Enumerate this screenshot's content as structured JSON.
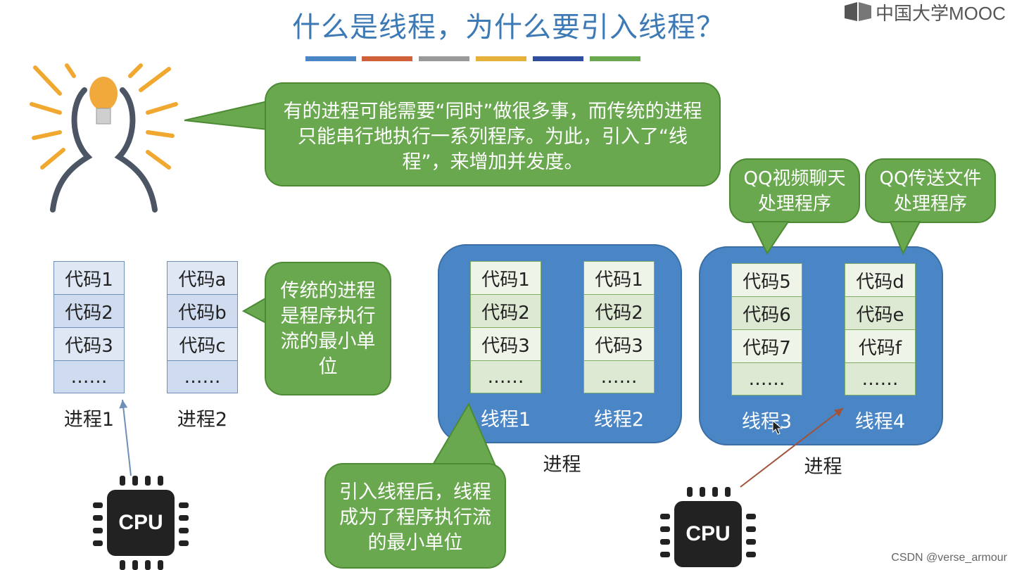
{
  "header": {
    "title": "什么是线程，为什么要引入线程？",
    "color_bars": [
      "#4a86c5",
      "#d0603a",
      "#999999",
      "#e6b13a",
      "#2f4f9e",
      "#6aa84f"
    ]
  },
  "logo": {
    "text": "中国大学MOOC"
  },
  "bubbles": {
    "top": "有的进程可能需要“同时”做很多事，而传统的进程只能串行地执行一系列程序。为此，引入了“线程”，来增加并发度。",
    "traditional": "传统的进程是程序执行流的最小单位",
    "thread_intro": "引入线程后，线程成为了程序执行流的最小单位",
    "qq_video": "QQ视频聊天处理程序",
    "qq_file": "QQ传送文件处理程序"
  },
  "processes_left": [
    {
      "label": "进程1",
      "cells": [
        "代码1",
        "代码2",
        "代码3",
        "……"
      ]
    },
    {
      "label": "进程2",
      "cells": [
        "代码a",
        "代码b",
        "代码c",
        "……"
      ]
    }
  ],
  "process_groups": [
    {
      "label": "进程",
      "threads": [
        {
          "label": "线程1",
          "cells": [
            "代码1",
            "代码2",
            "代码3",
            "……"
          ]
        },
        {
          "label": "线程2",
          "cells": [
            "代码1",
            "代码2",
            "代码3",
            "……"
          ]
        }
      ]
    },
    {
      "label": "进程",
      "threads": [
        {
          "label": "线程3",
          "cells": [
            "代码5",
            "代码6",
            "代码7",
            "……"
          ]
        },
        {
          "label": "线程4",
          "cells": [
            "代码d",
            "代码e",
            "代码f",
            "……"
          ]
        }
      ]
    }
  ],
  "cpu_labels": [
    "CPU",
    "CPU"
  ],
  "watermark": "CSDN @verse_armour"
}
